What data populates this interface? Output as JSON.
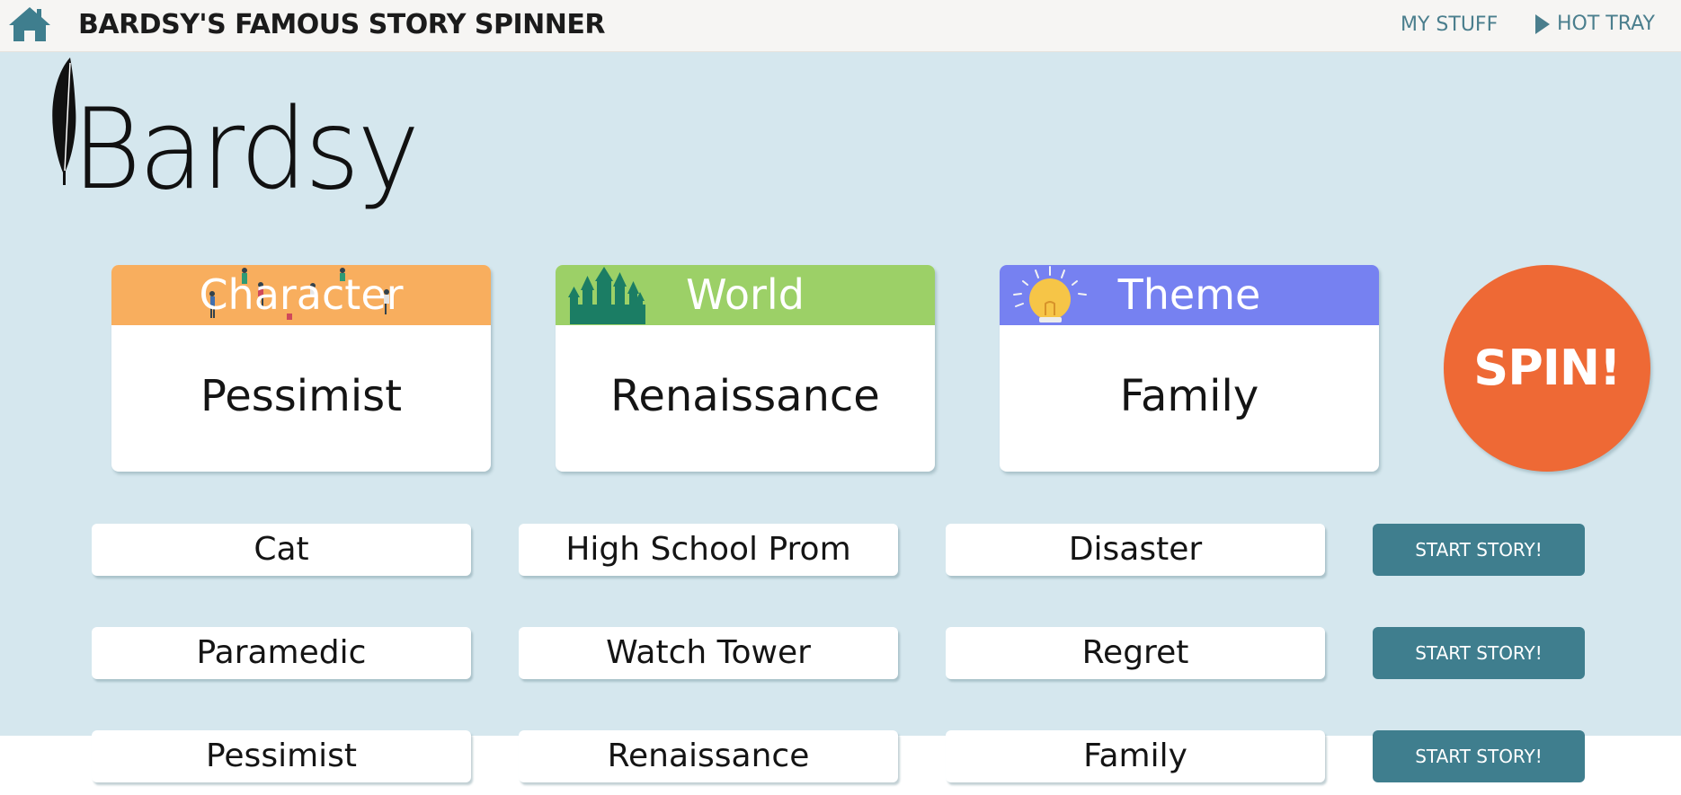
{
  "header": {
    "title": "BARDSY'S FAMOUS STORY SPINNER",
    "home_icon": "home-icon",
    "nav": {
      "my_stuff": "MY STUFF",
      "hot_tray": "HOT TRAY",
      "hot_tray_icon": "play-icon"
    }
  },
  "logo": {
    "text": "Bardsy",
    "icon": "feather-quill-icon"
  },
  "cards": {
    "character": {
      "label": "Character",
      "value": "Pessimist",
      "color": "#f8ae5e",
      "icon": "people-crowd-icon"
    },
    "world": {
      "label": "World",
      "value": "Renaissance",
      "color": "#9cd067",
      "icon": "castle-icon"
    },
    "theme": {
      "label": "Theme",
      "value": "Family",
      "color": "#7681f1",
      "icon": "lightbulb-icon"
    }
  },
  "spin": {
    "label": "SPIN!",
    "color": "#ee6935"
  },
  "history": [
    {
      "character": "Cat",
      "world": "High School Prom",
      "theme": "Disaster",
      "button": "START STORY!"
    },
    {
      "character": "Paramedic",
      "world": "Watch Tower",
      "theme": "Regret",
      "button": "START STORY!"
    },
    {
      "character": "Pessimist",
      "world": "Renaissance",
      "theme": "Family",
      "button": "START STORY!"
    }
  ],
  "colors": {
    "background": "#d5e7ee",
    "topbar": "#f6f5f3",
    "accent": "#3f7e8e",
    "nav_text": "#4a7e8d"
  }
}
